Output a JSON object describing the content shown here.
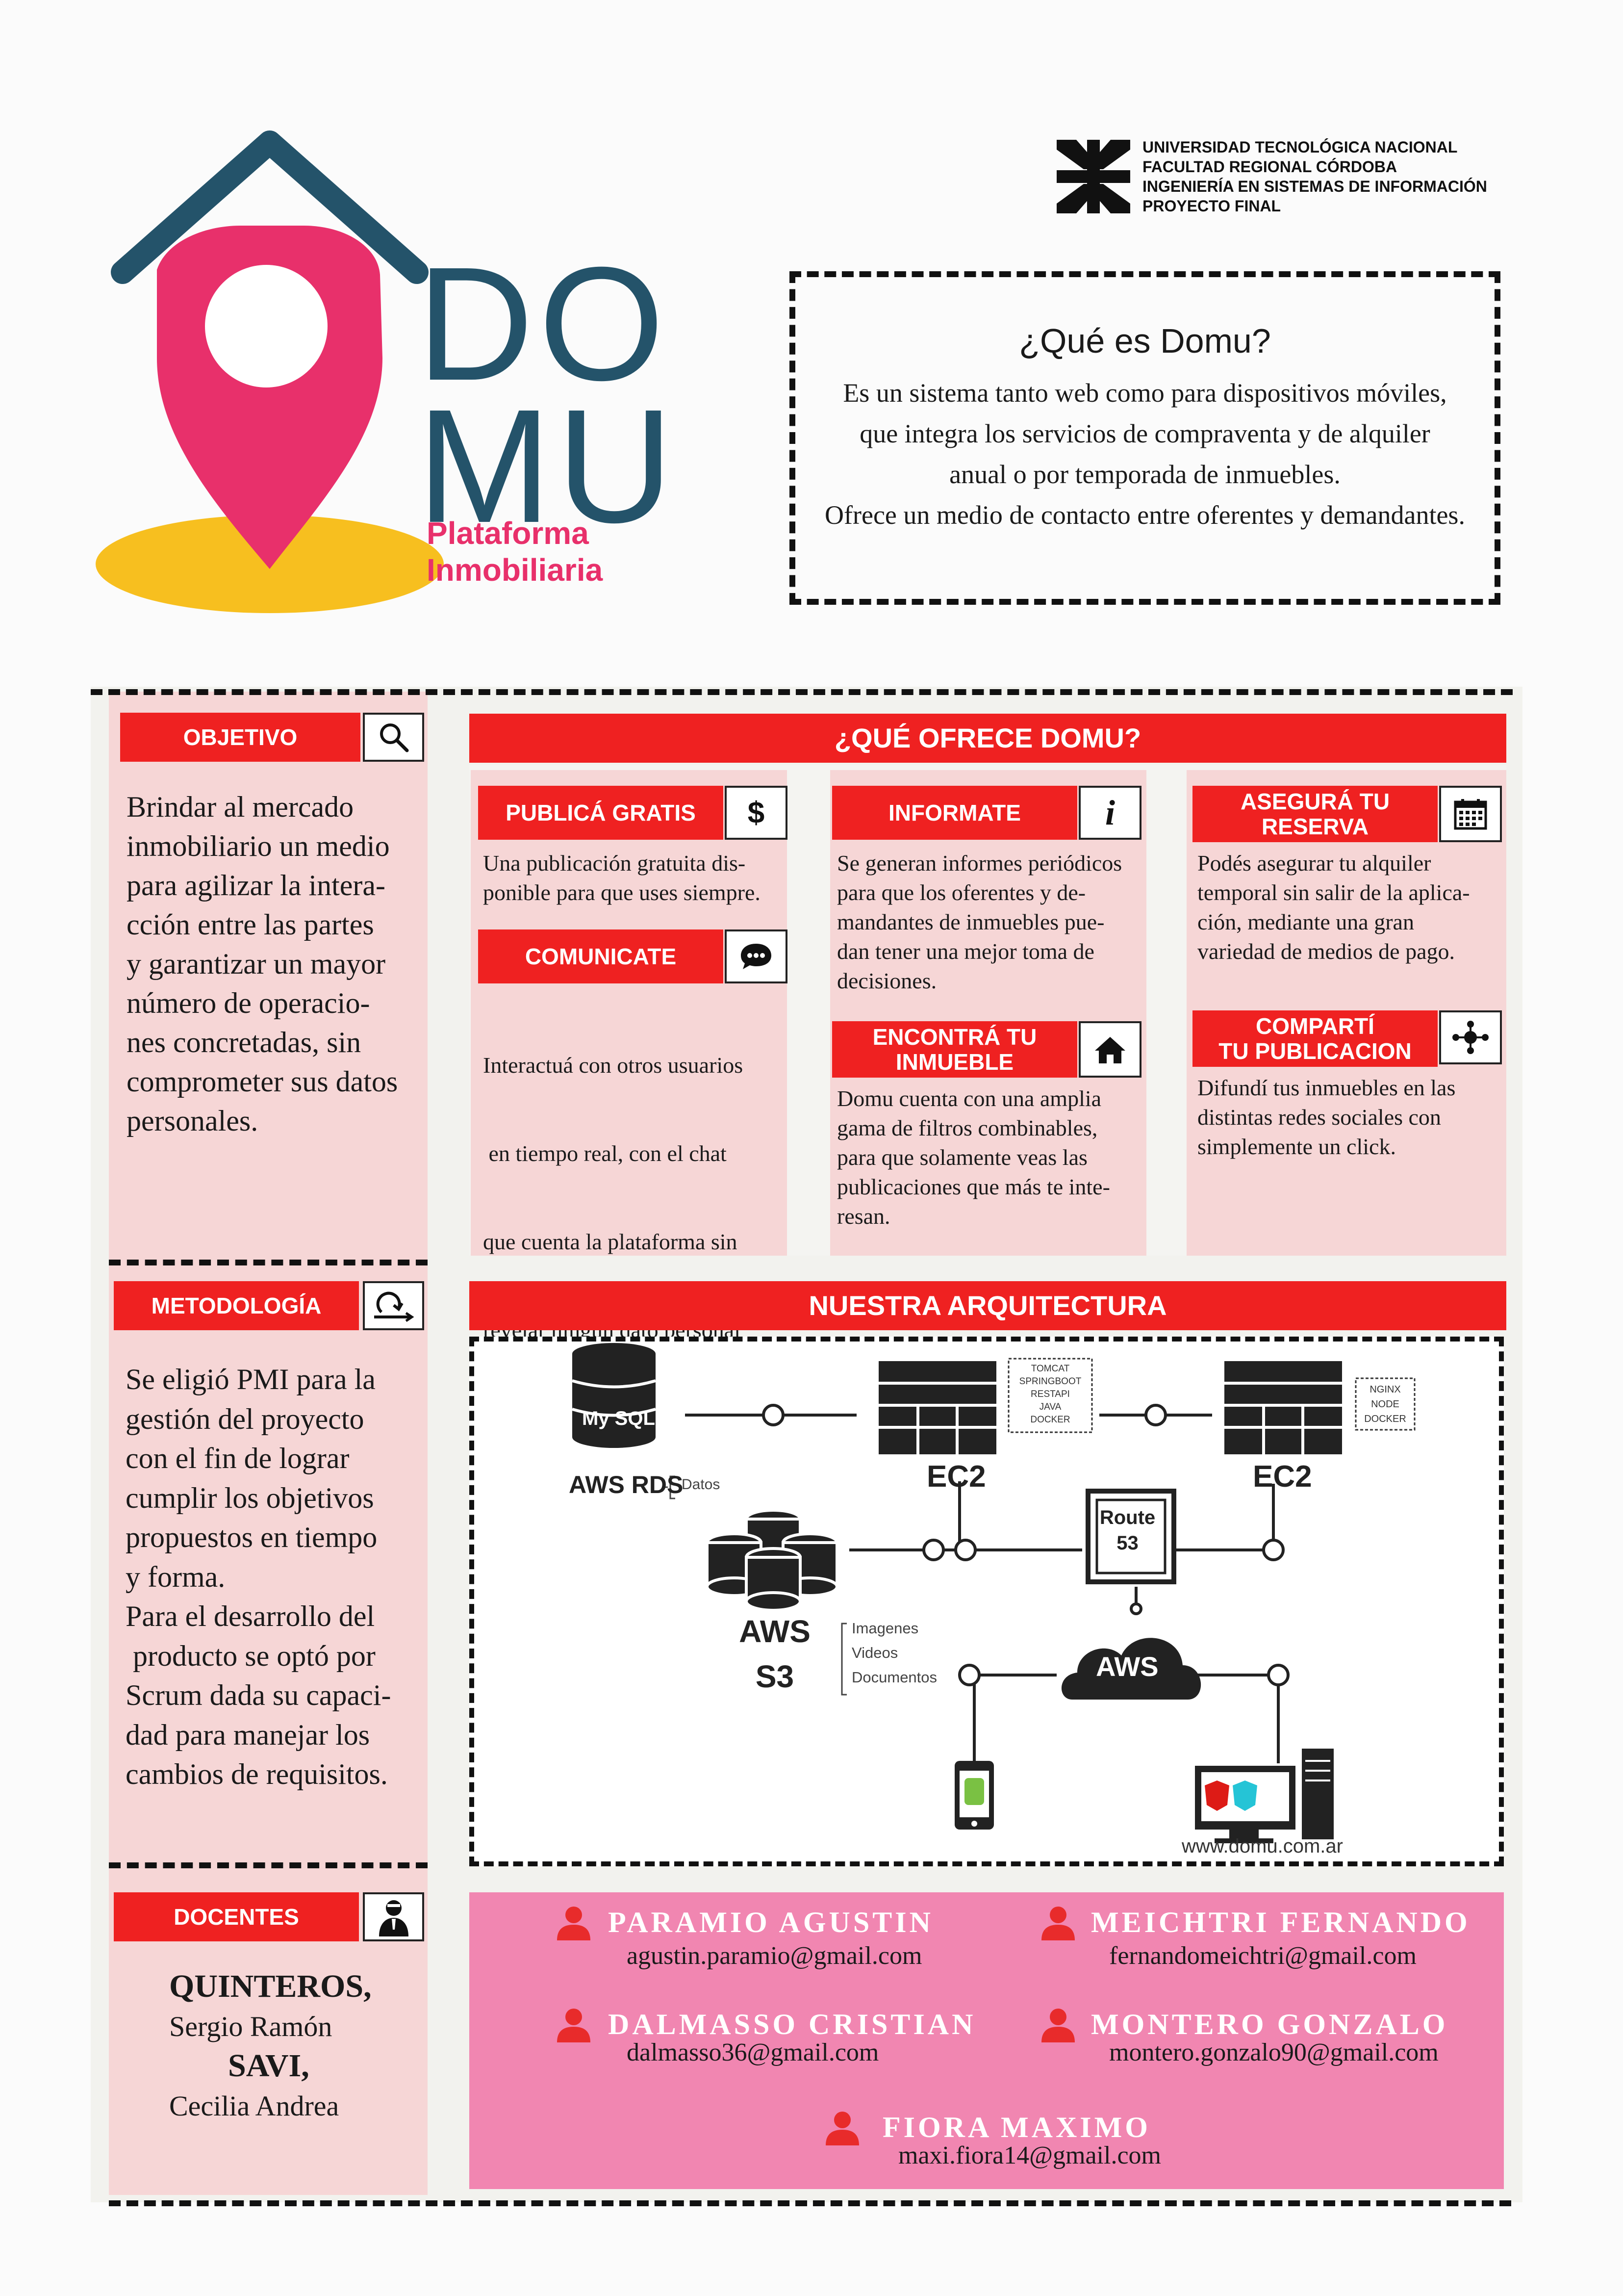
{
  "brand": {
    "name_line1": "DO",
    "name_line2": "MU",
    "subtitle_line1": "Plataforma",
    "subtitle_line2": "Inmobiliaria",
    "colors": {
      "teal": "#24536a",
      "pink": "#e8306b",
      "yellow": "#f7bf1f",
      "red": "#ef2121"
    }
  },
  "university": {
    "lines": [
      "UNIVERSIDAD TECNOLÓGICA NACIONAL",
      "FACULTAD REGIONAL CÓRDOBA",
      "INGENIERÍA EN SISTEMAS DE INFORMACIÓN",
      "PROYECTO FINAL"
    ]
  },
  "what_is": {
    "title": "¿Qué es Domu?",
    "lines": [
      "Es un sistema tanto web como para dispositivos móviles,",
      "que integra los servicios de compraventa y de alquiler",
      "anual o por temporada de inmuebles.",
      "Ofrece un medio de contacto entre oferentes y demandantes."
    ]
  },
  "objetivo": {
    "label": "OBJETIVO",
    "icon": "search-icon",
    "lines": [
      "Brindar al mercado",
      "inmobiliario un medio",
      "para agilizar la intera-",
      "cción entre las partes",
      "y garantizar un mayor",
      "número de operacio-",
      "nes concretadas, sin",
      "comprometer sus datos",
      "personales."
    ]
  },
  "metodologia": {
    "label": "METODOLOGÍA",
    "icon": "scrum-cycle-icon",
    "lines": [
      "Se eligió PMI para la",
      "gestión del proyecto",
      "con el fin de lograr",
      "cumplir los objetivos",
      "propuestos en tiempo",
      "y forma.",
      "Para el desarrollo del",
      " producto se optó por",
      "Scrum dada su capaci-",
      "dad para manejar los",
      "cambios de requisitos."
    ]
  },
  "docentes": {
    "label": "DOCENTES",
    "icon": "teacher-icon",
    "t1_last": "QUINTEROS",
    "t1_comma": ",",
    "t1_first": "Sergio Ramón",
    "t2_last": "SAVI",
    "t2_comma": ",",
    "t2_first": "Cecilia Andrea"
  },
  "offers": {
    "title": "¿QUÉ OFRECE DOMU?",
    "items": [
      {
        "label": "PUBLICÁ GRATIS",
        "icon": "dollar-icon",
        "lines": [
          "Una publicación gratuita dis-",
          "ponible para que uses siempre."
        ]
      },
      {
        "label": "COMUNICATE",
        "icon": "chat-icon",
        "lines": [
          "Interactuá con otros usuarios",
          " en tiempo real, con el chat",
          "que cuenta la plataforma sin",
          "revelar ningún dato personal"
        ]
      },
      {
        "label": "INFORMATE",
        "icon": "info-icon",
        "lines": [
          "Se generan informes periódicos",
          "para que los oferentes y de-",
          "mandantes de inmuebles pue-",
          "dan tener una mejor toma de",
          "decisiones."
        ]
      },
      {
        "label_line1": "ENCONTRÁ TU",
        "label_line2": "INMUEBLE",
        "icon": "house-icon",
        "lines": [
          "Domu cuenta con una amplia",
          "gama de filtros combinables,",
          "para que solamente veas las",
          "publicaciones que más te inte-",
          "resan."
        ]
      },
      {
        "label_line1": "ASEGURÁ TU",
        "label_line2": "RESERVA",
        "icon": "calendar-icon",
        "lines": [
          "Podés asegurar tu alquiler",
          "temporal sin salir de la aplica-",
          "ción, mediante una gran",
          "variedad de medios de pago."
        ]
      },
      {
        "label_line1": "COMPARTÍ",
        "label_line2": "TU PUBLICACION",
        "icon": "share-icon",
        "lines": [
          "Difundí tus inmuebles en las",
          "distintas redes sociales con",
          "simplemente un click."
        ]
      }
    ]
  },
  "architecture": {
    "title": "NUESTRA ARQUITECTURA",
    "mysql": "My SQL",
    "rds": "AWS RDS",
    "rds_note": "Datos",
    "ec2_left": "EC2",
    "ec2_left_stack": [
      "TOMCAT",
      "SPRINGBOOT",
      "RESTAPI",
      "JAVA",
      "DOCKER"
    ],
    "ec2_right": "EC2",
    "ec2_right_stack": [
      "NGINX",
      "NODE",
      "DOCKER"
    ],
    "route_line1": "Route",
    "route_line2": "53",
    "s3_line1": "AWS",
    "s3_line2": "S3",
    "s3_notes": [
      "Imagenes",
      "Videos",
      "Documentos"
    ],
    "cloud": "AWS",
    "web_url": "www.domu.com.ar"
  },
  "team": [
    {
      "name": "PARAMIO AGUSTIN",
      "email": "agustin.paramio@gmail.com"
    },
    {
      "name": "MEICHTRI FERNANDO",
      "email": "fernandomeichtri@gmail.com"
    },
    {
      "name": "DALMASSO CRISTIAN",
      "email": "dalmasso36@gmail.com"
    },
    {
      "name": "MONTERO GONZALO",
      "email": "montero.gonzalo90@gmail.com"
    },
    {
      "name": "FIORA MAXIMO",
      "email": "maxi.fiora14@gmail.com"
    }
  ]
}
